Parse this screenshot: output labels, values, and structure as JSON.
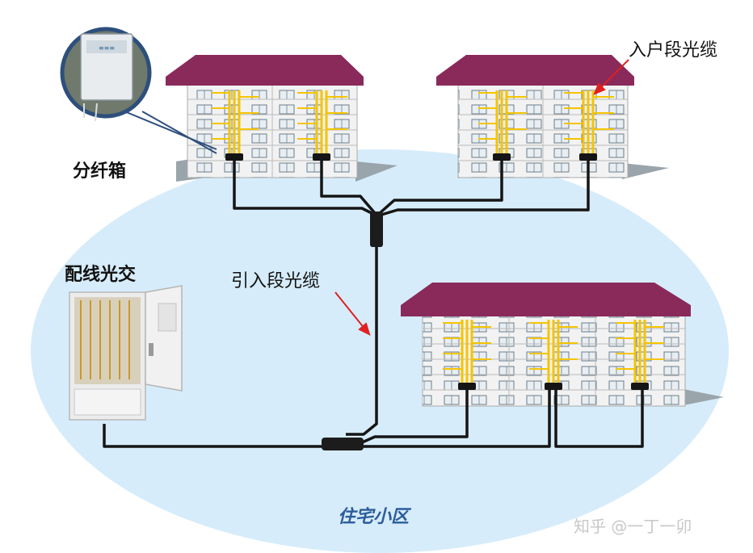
{
  "labels": {
    "fiber_box": "分纤箱",
    "cross_connect": "配线光交",
    "drop_cable": "入户段光缆",
    "lead_in_cable": "引入段光缆",
    "area_name": "住宅小区"
  },
  "watermark": "知乎 @一丁一卯",
  "colors": {
    "area": "#d6ecfa",
    "roof": "#8a2a5a",
    "wall": "#f2f2f2",
    "fiber": "#f5c400",
    "cable": "#151515",
    "arrow": "#e02020",
    "area_label": "#2c5d9a",
    "zoom_ring": "#2e4f7c"
  },
  "icons": {
    "fiber_box_photo": "distribution-box-icon",
    "cross_connect_cabinet": "cabinet-icon",
    "building": "building-icon",
    "splice_closure": "splice-closure-icon"
  }
}
